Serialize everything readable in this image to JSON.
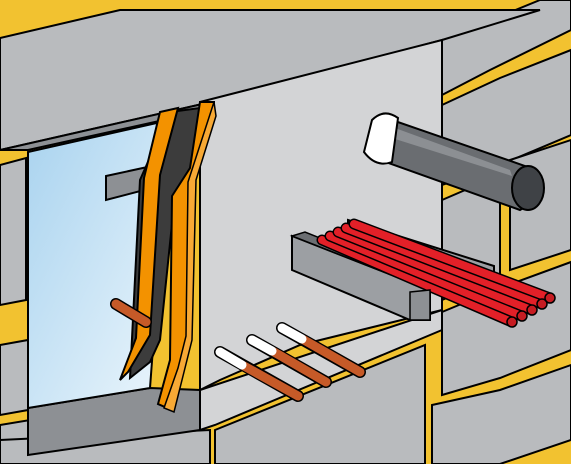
{
  "illustration": {
    "subject": "wall-opening-with-cable-penetrations",
    "colors": {
      "mortar": "#F2C230",
      "block_face": "#B9BBBE",
      "block_side": "#A9ABAE",
      "block_bottom": "#8D9094",
      "wall_panel": "#D3D4D6",
      "opening_sky": "#A9D3EF",
      "opening_shadow": "#6E7278",
      "frame_orange": "#F39200",
      "frame_dark": "#3C3C3C",
      "pipe_gray": "#6A6D71",
      "pipe_gray_dark": "#3F4246",
      "pipe_white": "#FFFFFF",
      "cable_copper": "#C65A28",
      "cable_red": "#E32028",
      "tray_gray": "#9C9FA3",
      "tray_dark": "#6B6E72",
      "outline": "#000000"
    },
    "elements": [
      "concrete-block-wall",
      "wall-opening",
      "orange-fire-frame",
      "gray-pipe-with-white-end",
      "metal-cable-tray",
      "red-cable-bundle",
      "copper-cables-with-white-ends",
      "support-bar"
    ]
  }
}
